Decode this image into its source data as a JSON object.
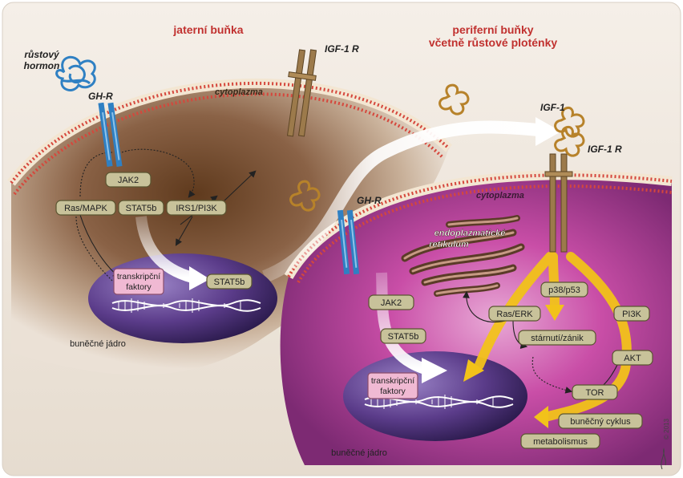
{
  "titles": {
    "liver_cell": "jaterní buňka",
    "peripheral_line1": "periferní buňky",
    "peripheral_line2": "včetně růstové ploténky"
  },
  "labels": {
    "gh_line1": "růstový",
    "gh_line2": "hormon",
    "ghr_left": "GH-R",
    "ghr_right": "GH-R",
    "igf1r_top": "IGF-1 R",
    "igf1r_right": "IGF-1 R",
    "igf1": "IGF-1",
    "cytoplasm_left": "cytoplazma",
    "cytoplasm_right": "cytoplazma",
    "er_line1": "endoplazmatické",
    "er_line2": "retikulum",
    "nucleus_left": "buněčné jádro",
    "nucleus_right": "buněčné jádro",
    "copyright": "© 2013"
  },
  "boxes": {
    "jak2_left": "JAK2",
    "ras_mapk": "Ras/MAPK",
    "stat5b_left": "STAT5b",
    "irs1_pi3k": "IRS1/PI3K",
    "stat5b_nucleus_left": "STAT5b",
    "tf_left_line1": "transkripční",
    "tf_left_line2": "faktory",
    "jak2_right": "JAK2",
    "stat5b_right": "STAT5b",
    "p38_p53": "p38/p53",
    "ras_erk": "Ras/ERK",
    "pi3k": "PI3K",
    "senescence": "stárnutí/zánik",
    "akt": "AKT",
    "tor": "TOR",
    "cell_cycle": "buněčný cyklus",
    "metabolism": "metabolismus",
    "tf_right_line1": "transkripční",
    "tf_right_line2": "faktory"
  },
  "colors": {
    "title_red": "#c1312f",
    "box_fill": "#c8c29a",
    "box_stroke": "#5a5531",
    "tf_fill": "#f0b9d3",
    "gh_blue": "#2f80c3",
    "igf_gold": "#d39a2a",
    "receptor_brown": "#8c6a3c",
    "yellow_arrow": "#f2c21a",
    "nucleus_purple": "#5b3c8a",
    "membrane_red": "#d5473c"
  }
}
